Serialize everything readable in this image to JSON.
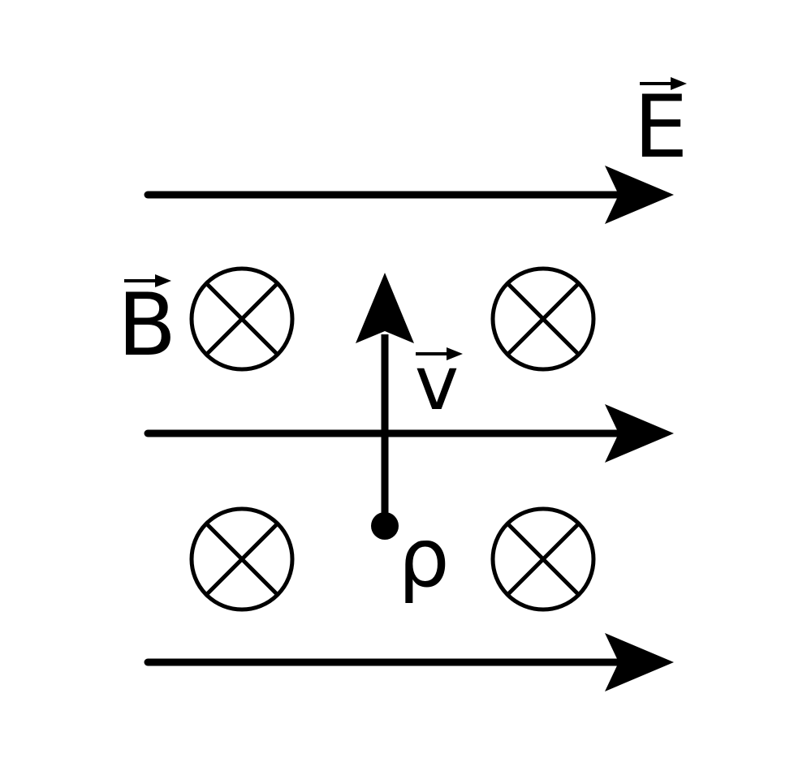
{
  "colors": {
    "ink": "#000000",
    "background": "#ffffff"
  },
  "labels": {
    "electric_field": "E",
    "magnetic_field": "B",
    "velocity": "v",
    "particle": "ρ"
  },
  "field_symbols": {
    "electric_field": "rightward-arrow",
    "magnetic_field": "into-page-cross"
  }
}
